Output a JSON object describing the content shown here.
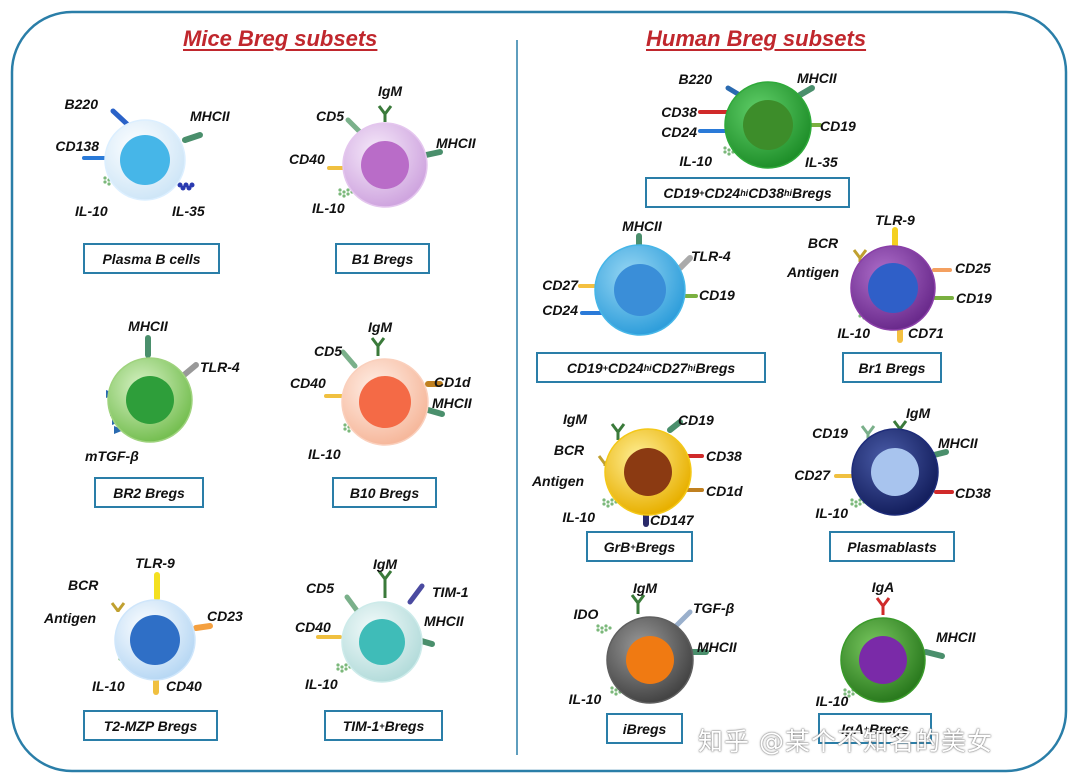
{
  "panels": {
    "mice_title": "Mice Breg subsets",
    "human_title": "Human Breg subsets"
  },
  "colors": {
    "frame_border": "#2a7ea8",
    "title": "#c0272d",
    "label_box_border": "#2a7ea8"
  },
  "cells": [
    {
      "id": "plasma-b-cells",
      "name": "Plasma B cells",
      "panel": "mice",
      "outer_color": "#dcefff",
      "nucleus_color": "#46b6e8",
      "markers": [
        "B220",
        "MHCII",
        "CD138",
        "IL-10",
        "IL-35"
      ]
    },
    {
      "id": "b1-bregs",
      "name": "B1 Bregs",
      "panel": "mice",
      "outer_color": "#e4c6ee",
      "nucleus_color": "#b96cc8",
      "markers": [
        "IgM",
        "CD5",
        "MHCII",
        "CD40",
        "IL-10"
      ]
    },
    {
      "id": "br2-bregs",
      "name": "BR2 Bregs",
      "panel": "mice",
      "outer_color": "#9fd37e",
      "nucleus_color": "#2e9e3a",
      "markers": [
        "MHCII",
        "TLR-4",
        "mTGF-β"
      ]
    },
    {
      "id": "b10-bregs",
      "name": "B10 Bregs",
      "panel": "mice",
      "outer_color": "#fad0bd",
      "nucleus_color": "#f46a46",
      "markers": [
        "IgM",
        "CD5",
        "CD40",
        "CD1d",
        "MHCII",
        "IL-10"
      ]
    },
    {
      "id": "t2-mzp-bregs",
      "name": "T2-MZP Bregs",
      "panel": "mice",
      "outer_color": "#cfe6fb",
      "nucleus_color": "#2f6fc6",
      "markers": [
        "TLR-9",
        "BCR",
        "Antigen",
        "CD23",
        "IL-10",
        "CD40"
      ]
    },
    {
      "id": "tim1-bregs",
      "name": "TIM-1",
      "name_sup": "+",
      "name_suffix": " Bregs",
      "panel": "mice",
      "outer_color": "#cdebea",
      "nucleus_color": "#3fbcb8",
      "markers": [
        "IgM",
        "CD5",
        "TIM-1",
        "CD40",
        "MHCII",
        "IL-10"
      ]
    },
    {
      "id": "cd24hi-cd38hi-bregs",
      "panel": "human",
      "outer_color": "#2faa3a",
      "nucleus_color": "#3d8d2a",
      "name_parts": [
        "CD19",
        "+",
        "CD24 ",
        "hi",
        "CD38 ",
        "hi",
        " Bregs"
      ],
      "markers": [
        "B220",
        "MHCII",
        "CD38",
        "CD24",
        "CD19",
        "IL-10",
        "IL-35"
      ]
    },
    {
      "id": "cd24hi-cd27hi-bregs",
      "panel": "human",
      "outer_color": "#46b6e8",
      "nucleus_color": "#3a8ed8",
      "name_parts": [
        "CD19",
        "+",
        "CD24 ",
        "hi",
        "CD27 ",
        "hi",
        " Bregs"
      ],
      "markers": [
        "MHCII",
        "TLR-4",
        "CD27",
        "CD19",
        "CD24"
      ]
    },
    {
      "id": "br1-bregs",
      "name": "Br1 Bregs",
      "panel": "human",
      "outer_color": "#8a3fa8",
      "nucleus_color": "#2f5fc8",
      "markers": [
        "TLR-9",
        "BCR",
        "Antigen",
        "CD25",
        "CD19",
        "IL-10",
        "CD71"
      ]
    },
    {
      "id": "grb-bregs",
      "name": "GrB",
      "name_sup": "+",
      "name_suffix": " Bregs",
      "panel": "human",
      "outer_color": "#f4c818",
      "nucleus_color": "#8b3a12",
      "markers": [
        "IgM",
        "CD19",
        "BCR",
        "CD38",
        "Antigen",
        "CD1d",
        "IL-10",
        "CD147"
      ]
    },
    {
      "id": "plasmablasts",
      "name": "Plasmablasts",
      "panel": "human",
      "outer_color": "#1e2c7a",
      "nucleus_color": "#a8c4ee",
      "markers": [
        "CD19",
        "IgM",
        "MHCII",
        "CD27",
        "CD38",
        "IL-10"
      ]
    },
    {
      "id": "ibregs",
      "name": "iBregs",
      "panel": "human",
      "outer_color": "#5f5f5f",
      "nucleus_color": "#f07a12",
      "markers": [
        "IgM",
        "IDO",
        "TGF-β",
        "MHCII",
        "IL-10"
      ]
    },
    {
      "id": "igaplus-bregs",
      "name": "IgA",
      "name_sup": "+",
      "name_suffix": " Bregs",
      "panel": "human",
      "outer_color": "#3a9a2a",
      "nucleus_color": "#7a2aa8",
      "markers": [
        "IgA",
        "MHCII",
        "IL-10"
      ]
    }
  ],
  "watermark": "知乎 @某个不知名的美女"
}
